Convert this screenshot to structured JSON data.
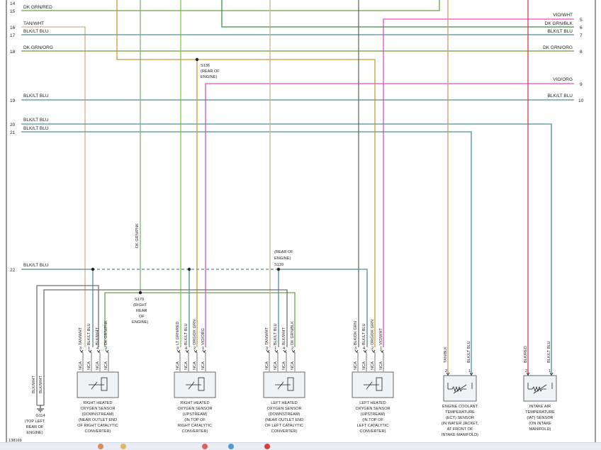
{
  "colors": {
    "dk_grn_red": "#6aa24a",
    "tan_wht": "#c8b48c",
    "blk_lt_blu": "#4f8f8f",
    "dk_grn_orG": "#6d9a2e",
    "vio_wht": "#e24bc9",
    "dk_grn_blk": "#3f8e3f",
    "vio_org": "#e24bc9",
    "dk_grn_pnk": "#7fb07f",
    "lt_grn_red": "#7ccc4a",
    "org_dk_grn": "#d08a2a",
    "blk_dk_grn": "#607060",
    "blk_wht": "#707070",
    "blk_red": "#d04040",
    "tan_blk": "#b89f6a",
    "splice_orange": "#c89a3a"
  },
  "left_circuits": [
    {
      "num": "14",
      "label": ""
    },
    {
      "num": "15",
      "label": "DK GRN/RED"
    },
    {
      "num": "16",
      "label": "TAN/WHT"
    },
    {
      "num": "17",
      "label": "BLK/LT BLU"
    },
    {
      "num": "18",
      "label": "DK GRN/ORG"
    },
    {
      "num": "19",
      "label": "BLK/LT BLU"
    },
    {
      "num": "20",
      "label": "BLK/LT BLU"
    },
    {
      "num": "21",
      "label": "BLK/LT BLU"
    },
    {
      "num": "22",
      "label": "BLK/LT BLU"
    }
  ],
  "right_circuits": [
    {
      "num": "5",
      "label": "VIO/WHT"
    },
    {
      "num": "6",
      "label": "DK GRN/BLK"
    },
    {
      "num": "7",
      "label": "BLK/LT BLU"
    },
    {
      "num": "8",
      "label": "DK GRN/ORG"
    },
    {
      "num": "9",
      "label": "VIO/ORG"
    },
    {
      "num": "10",
      "label": "BLK/LT BLU"
    }
  ],
  "splices": {
    "s136": {
      "id": "S136",
      "l1": "(REAR OF",
      "l2": "ENGINE)"
    },
    "s139": {
      "id": "S139",
      "l1": "(REAR OF",
      "l2": "ENGINE)"
    },
    "s179": {
      "id": "S179",
      "l1": "(RIGHT",
      "l2": "REAR",
      "l3": "OF",
      "l4": "ENGINE)"
    }
  },
  "vertical_labels": {
    "dk_grn_pnk": "DK GRN/PNK",
    "blk_wht_a": "BLK/WHT",
    "blk_wht_b": "BLK/WHT"
  },
  "ground": {
    "id": "G114",
    "l1": "(TOP LEFT",
    "l2": "REAR OF",
    "l3": "ENGINE)"
  },
  "sensors": [
    {
      "wires": [
        "TAN/WHT",
        "BLK/LT BLU",
        "BLK/WHT",
        "DK GRN/PNK"
      ],
      "pins": [
        "3",
        "1",
        "4",
        "2"
      ],
      "nca": [
        "NCA",
        "NCA",
        "NCA",
        "NCA"
      ],
      "caption": [
        "RIGHT HEATED",
        "OXYGEN SENSOR",
        "(DOWNSTREAM)",
        "(NEAR OUTLET END",
        "OF RIGHT CATALYTIC",
        "CONVERTER)"
      ]
    },
    {
      "wires": [
        "LT GRN/RED",
        "BLK/LT BLU",
        "ORG/DK GRN",
        "VIO/ORG"
      ],
      "pins": [
        "3",
        "4",
        "2",
        "1"
      ],
      "nca": [
        "NCA",
        "NCA",
        "NCA",
        "NCA"
      ],
      "caption": [
        "RIGHT HEATED",
        "OXYGEN SENSOR",
        "(UPSTREAM)",
        "(IN TOP OF",
        "RIGHT CATALYTIC",
        "CONVERTER)"
      ]
    },
    {
      "wires": [
        "TAN/WHT",
        "BLK/LT BLU",
        "BLK/WHT",
        "DK GRN/BLK"
      ],
      "pins": [
        "3",
        "1",
        "4",
        "2"
      ],
      "nca": [
        "NCA",
        "NCA",
        "NCA",
        "NCA"
      ],
      "caption": [
        "LEFT HEATED",
        "OXYGEN SENSOR",
        "(DOWNSTREAM)",
        "(NEAR OUTLET END",
        "OF LEFT CATALYTIC",
        "CONVERTER)"
      ]
    },
    {
      "wires": [
        "BLK/DK GRN",
        "BLK/LT BLU",
        "ORG/DK GRN",
        "VIO/WHT"
      ],
      "pins": [
        "3",
        "4",
        "2",
        "1"
      ],
      "nca": [
        "NCA",
        "NCA",
        "NCA",
        "NCA"
      ],
      "caption": [
        "LEFT HEATED",
        "OXYGEN SENSOR",
        "(UPSTREAM)",
        "(IN TOP OF",
        "LEFT CATALYTIC",
        "CONVERTER)"
      ]
    }
  ],
  "temp_sensors": [
    {
      "wires": [
        "TAN/BLK",
        "BLK/LT BLU"
      ],
      "pins": [
        "2",
        "1"
      ],
      "caption": [
        "ENGINE COOLANT",
        "TEMPERATURE",
        "(ECT) SENSOR",
        "(IN WATER JACKET,",
        "AT FRONT OF",
        "INTAKE MANIFOLD)"
      ]
    },
    {
      "wires": [
        "BLK/RED",
        "BLK/LT BLU"
      ],
      "pins": [
        "2",
        "1"
      ],
      "caption": [
        "INTAKE AIR",
        "TEMPERATURE",
        "(IAT) SENSOR",
        "(ON INTAKE",
        "MANIFOLD)"
      ]
    }
  ],
  "figure_id": "138169"
}
